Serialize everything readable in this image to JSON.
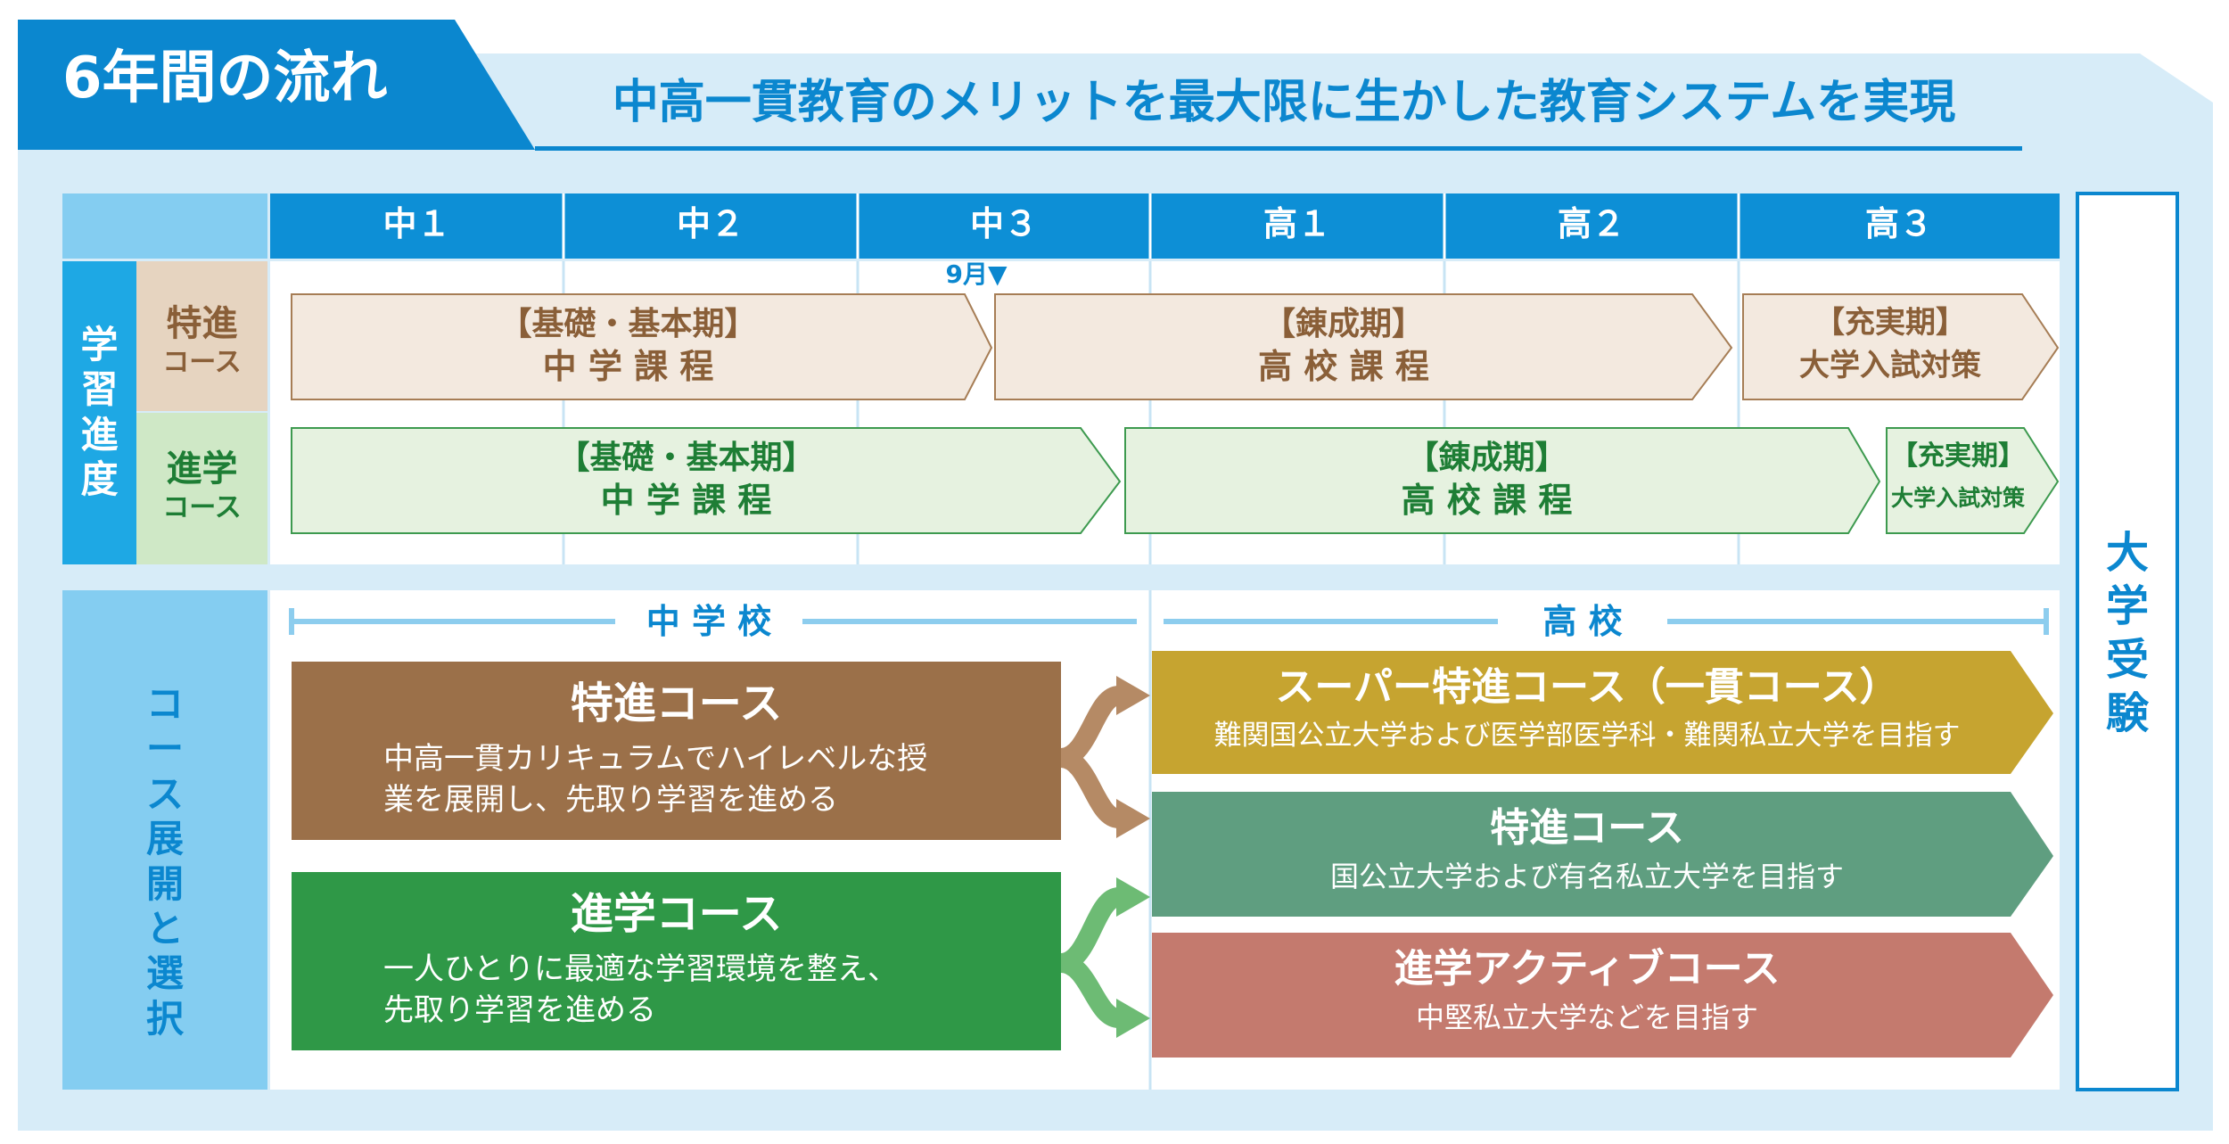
{
  "header": {
    "title": "6年間の流れ",
    "subtitle": "中高一貫教育のメリットを最大限に生かした教育システムを実現"
  },
  "grades": [
    "中１",
    "中２",
    "中３",
    "高１",
    "高２",
    "高３"
  ],
  "section_progress": {
    "label": "学習進度",
    "marker": "9月▼",
    "tokushin": {
      "label_top": "特進",
      "label_bottom": "コース",
      "phases": [
        {
          "title": "【基礎・基本期】",
          "sub": "中 学 課 程"
        },
        {
          "title": "【錬成期】",
          "sub": "高 校 課 程"
        },
        {
          "title": "【充実期】",
          "sub": "大学入試対策"
        }
      ]
    },
    "shingaku": {
      "label_top": "進学",
      "label_bottom": "コース",
      "phases": [
        {
          "title": "【基礎・基本期】",
          "sub": "中 学 課 程"
        },
        {
          "title": "【錬成期】",
          "sub": "高 校 課 程"
        },
        {
          "title": "【充実期】",
          "sub": "大学入試対策"
        }
      ]
    }
  },
  "section_courses": {
    "label": "コース展開と選択",
    "junior_label": "中 学 校",
    "senior_label": "高 校",
    "junior": [
      {
        "name": "特進コース",
        "desc1": "中高一貫カリキュラムでハイレベルな授",
        "desc2": "業を展開し、先取り学習を進める"
      },
      {
        "name": "進学コース",
        "desc1": "一人ひとりに最適な学習環境を整え、",
        "desc2": "先取り学習を進める"
      }
    ],
    "senior": [
      {
        "name": "スーパー特進コース（一貫コース）",
        "desc": "難関国公立大学および医学部医学科・難関私立大学を目指す"
      },
      {
        "name": "特進コース",
        "desc": "国公立大学および有名私立大学を目指す"
      },
      {
        "name": "進学アクティブコース",
        "desc": "中堅私立大学などを目指す"
      }
    ]
  },
  "goal": "大学受験",
  "colors": {
    "header_blue": "#0b87cf",
    "panel_bg": "#d7ecf8",
    "grade_blue": "#0d8fd6",
    "tokushin_brown": "#9b7049",
    "shingaku_green": "#2f9847",
    "super_gold": "#c6a430",
    "tokushin_teal": "#5f9e80",
    "active_red": "#c47a6e"
  }
}
